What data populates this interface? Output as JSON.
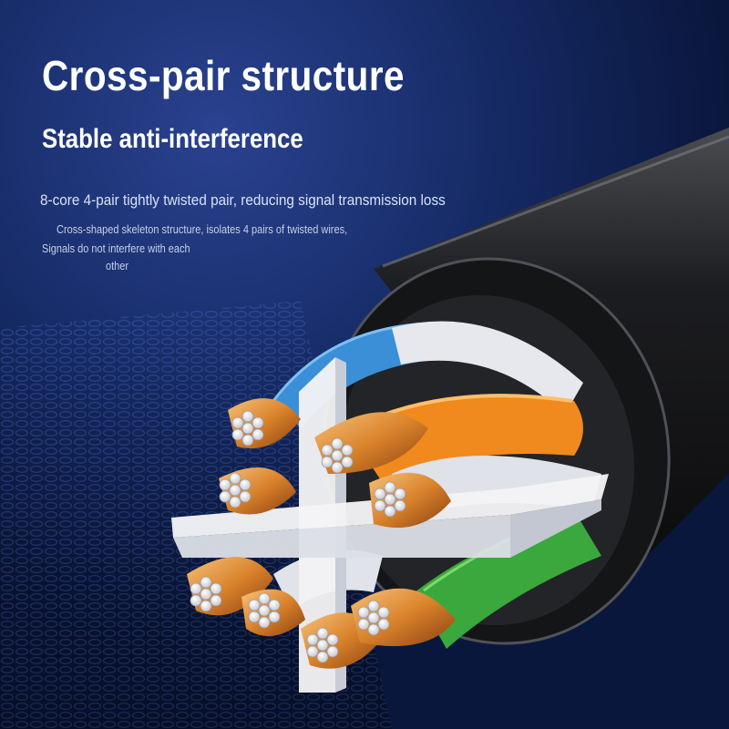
{
  "hero": {
    "title": "Cross-pair structure",
    "subtitle": "Stable anti-interference",
    "description": "8-core 4-pair tightly twisted pair, reducing signal transmission loss",
    "detail_lines": [
      "Cross-shaped skeleton structure, isolates 4 pairs of twisted wires,",
      "Signals do not interfere with each",
      "other"
    ]
  },
  "image": {
    "subject": "cable-cross-section",
    "colors": {
      "background": "#14275e",
      "jacket": "#151617",
      "separator": "#f2f2f4",
      "pair_blue": "#3a8fd6",
      "pair_orange": "#f08a1e",
      "pair_green": "#3aa83c",
      "pair_white": "#e6e8ee",
      "copper": "#d9822b"
    }
  }
}
